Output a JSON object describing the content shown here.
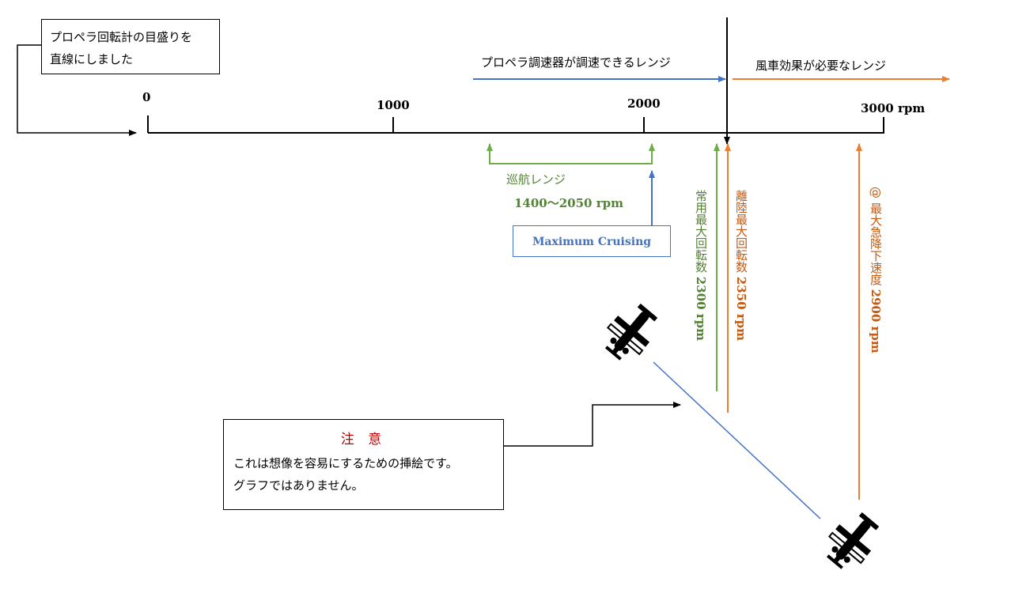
{
  "note_box": {
    "line1": "プロペラ回転計の目盛りを",
    "line2": "直線にしました"
  },
  "axis": {
    "tick_labels": [
      "0",
      "1000",
      "2000",
      "3000 rpm"
    ]
  },
  "ranges": {
    "governor_range": "プロペラ調速器が調速できるレンジ",
    "windmill_range": "風車効果が必要なレンジ"
  },
  "cruise": {
    "label": "巡航レンジ",
    "rpm": "1400～2050 rpm"
  },
  "max_cruising": "Maximum Cruising",
  "vertical_labels": {
    "normal_max": {
      "text": "常用最大回転数",
      "rpm": "2300 rpm"
    },
    "takeoff_max": {
      "text": "離陸最大回転数",
      "rpm": "2350 rpm"
    },
    "dive_max": {
      "text": "@ 最大急降下速度",
      "rpm": "2900 rpm"
    }
  },
  "caution": {
    "title": "注 意",
    "line1": "これは想像を容易にするための挿絵です。",
    "line2": "グラフではありません。"
  },
  "colors": {
    "blue": "#4472c4",
    "green": "#70ad47",
    "orange": "#ed7d31",
    "black": "#000000"
  }
}
